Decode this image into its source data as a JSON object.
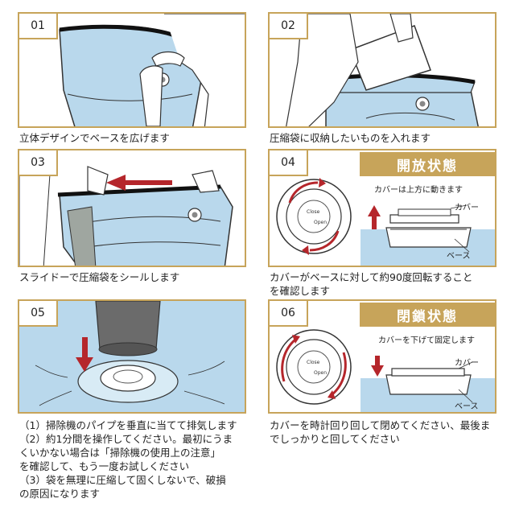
{
  "steps": [
    {
      "number": "01",
      "caption": "立体デザインでベースを広げます"
    },
    {
      "number": "02",
      "caption": "圧縮袋に収納したいものを入れます"
    },
    {
      "number": "03",
      "caption": "スライドーで圧縮袋をシールします"
    },
    {
      "number": "04",
      "title": "開放状態",
      "note": "カバーは上方に動きます",
      "cover_label": "カバー",
      "base_label": "ベース",
      "valve_close": "Close",
      "valve_open": "Open",
      "caption_lines": [
        "カバーがベースに対して約90度回転すること",
        "を確認します"
      ]
    },
    {
      "number": "05",
      "caption_lines": [
        "（1）掃除機のパイプを垂直に当てて排気します",
        "（2）約1分間を操作してください。最初にうま",
        "くいかない場合は「掃除機の使用上の注意」",
        "を確認して、もう一度お試しください",
        "（3）袋を無理に圧縮して固くしないで、破損",
        "の原因になります"
      ]
    },
    {
      "number": "06",
      "title": "閉鎖状態",
      "note": "カバーを下げて固定します",
      "cover_label": "カバー",
      "base_label": "ベース",
      "valve_close": "Close",
      "valve_open": "Open",
      "caption_lines": [
        "カバーを時計回り回して閉めてください、最後ま",
        "でしっかりと回してください"
      ]
    }
  ],
  "colors": {
    "gold": "#c7a45a",
    "bag_blue": "#b9d8ec",
    "arrow_red": "#b5262b"
  }
}
